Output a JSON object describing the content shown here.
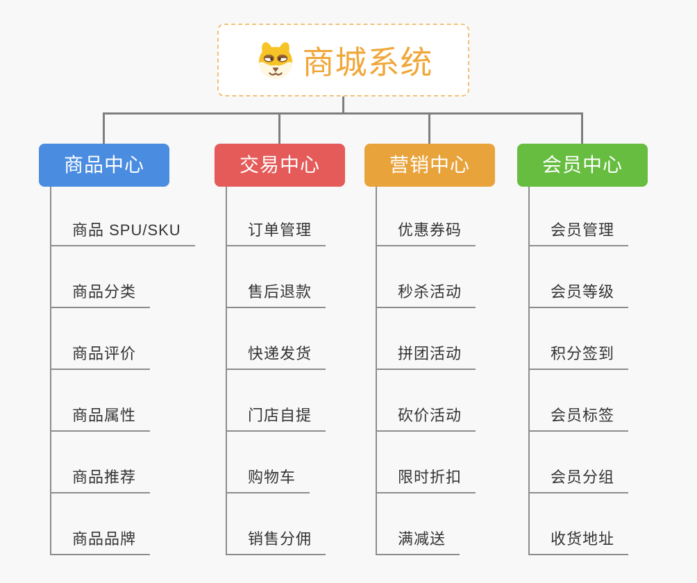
{
  "canvas": {
    "background": "#F8F8F8"
  },
  "root": {
    "title": "商城系统",
    "title_color": "#F0A73A",
    "border_color": "#F2C178",
    "background": "#FFFFFF",
    "icon": "dog-face-icon"
  },
  "connectors": {
    "line_color": "#7E7E7E",
    "underline_color": "#8C8C8C",
    "child_text_color": "#333333"
  },
  "branches": [
    {
      "label": "商品中心",
      "color": "#4A8CE0",
      "children": [
        "商品 SPU/SKU",
        "商品分类",
        "商品评价",
        "商品属性",
        "商品推荐",
        "商品品牌"
      ]
    },
    {
      "label": "交易中心",
      "color": "#E45B59",
      "children": [
        "订单管理",
        "售后退款",
        "快递发货",
        "门店自提",
        "购物车",
        "销售分佣"
      ]
    },
    {
      "label": "营销中心",
      "color": "#E8A33B",
      "children": [
        "优惠券码",
        "秒杀活动",
        "拼团活动",
        "砍价活动",
        "限时折扣",
        "满减送"
      ]
    },
    {
      "label": "会员中心",
      "color": "#67BD3F",
      "children": [
        "会员管理",
        "会员等级",
        "积分签到",
        "会员标签",
        "会员分组",
        "收货地址"
      ]
    }
  ]
}
